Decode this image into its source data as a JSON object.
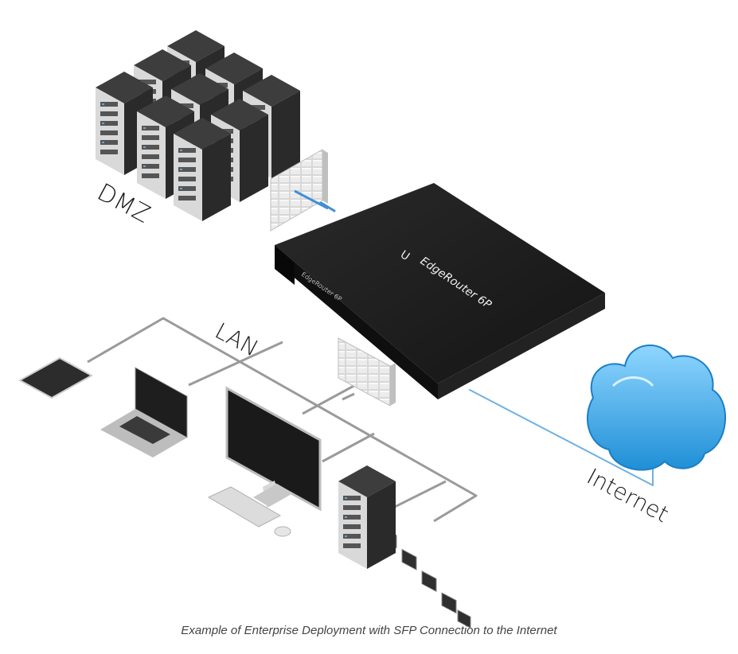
{
  "labels": {
    "dmz": "DMZ",
    "lan": "LAN",
    "internet": "Internet"
  },
  "router": {
    "brand_mark": "U",
    "front_label": "EdgeRouter 6P",
    "top_label": "EdgeRouter 6P"
  },
  "caption": "Example of Enterprise Deployment with SFP Connection to the Internet",
  "colors": {
    "cable": "#9a9a9a",
    "fiber": "#3f8fd6",
    "cloud": "#3aa8e6",
    "router": "#1b1b1b"
  },
  "icons": [
    "server-rack-icon",
    "firewall-icon",
    "router-icon",
    "cloud-icon",
    "tablet-icon",
    "laptop-icon",
    "desktop-icon",
    "keyboard-icon",
    "mouse-icon"
  ]
}
